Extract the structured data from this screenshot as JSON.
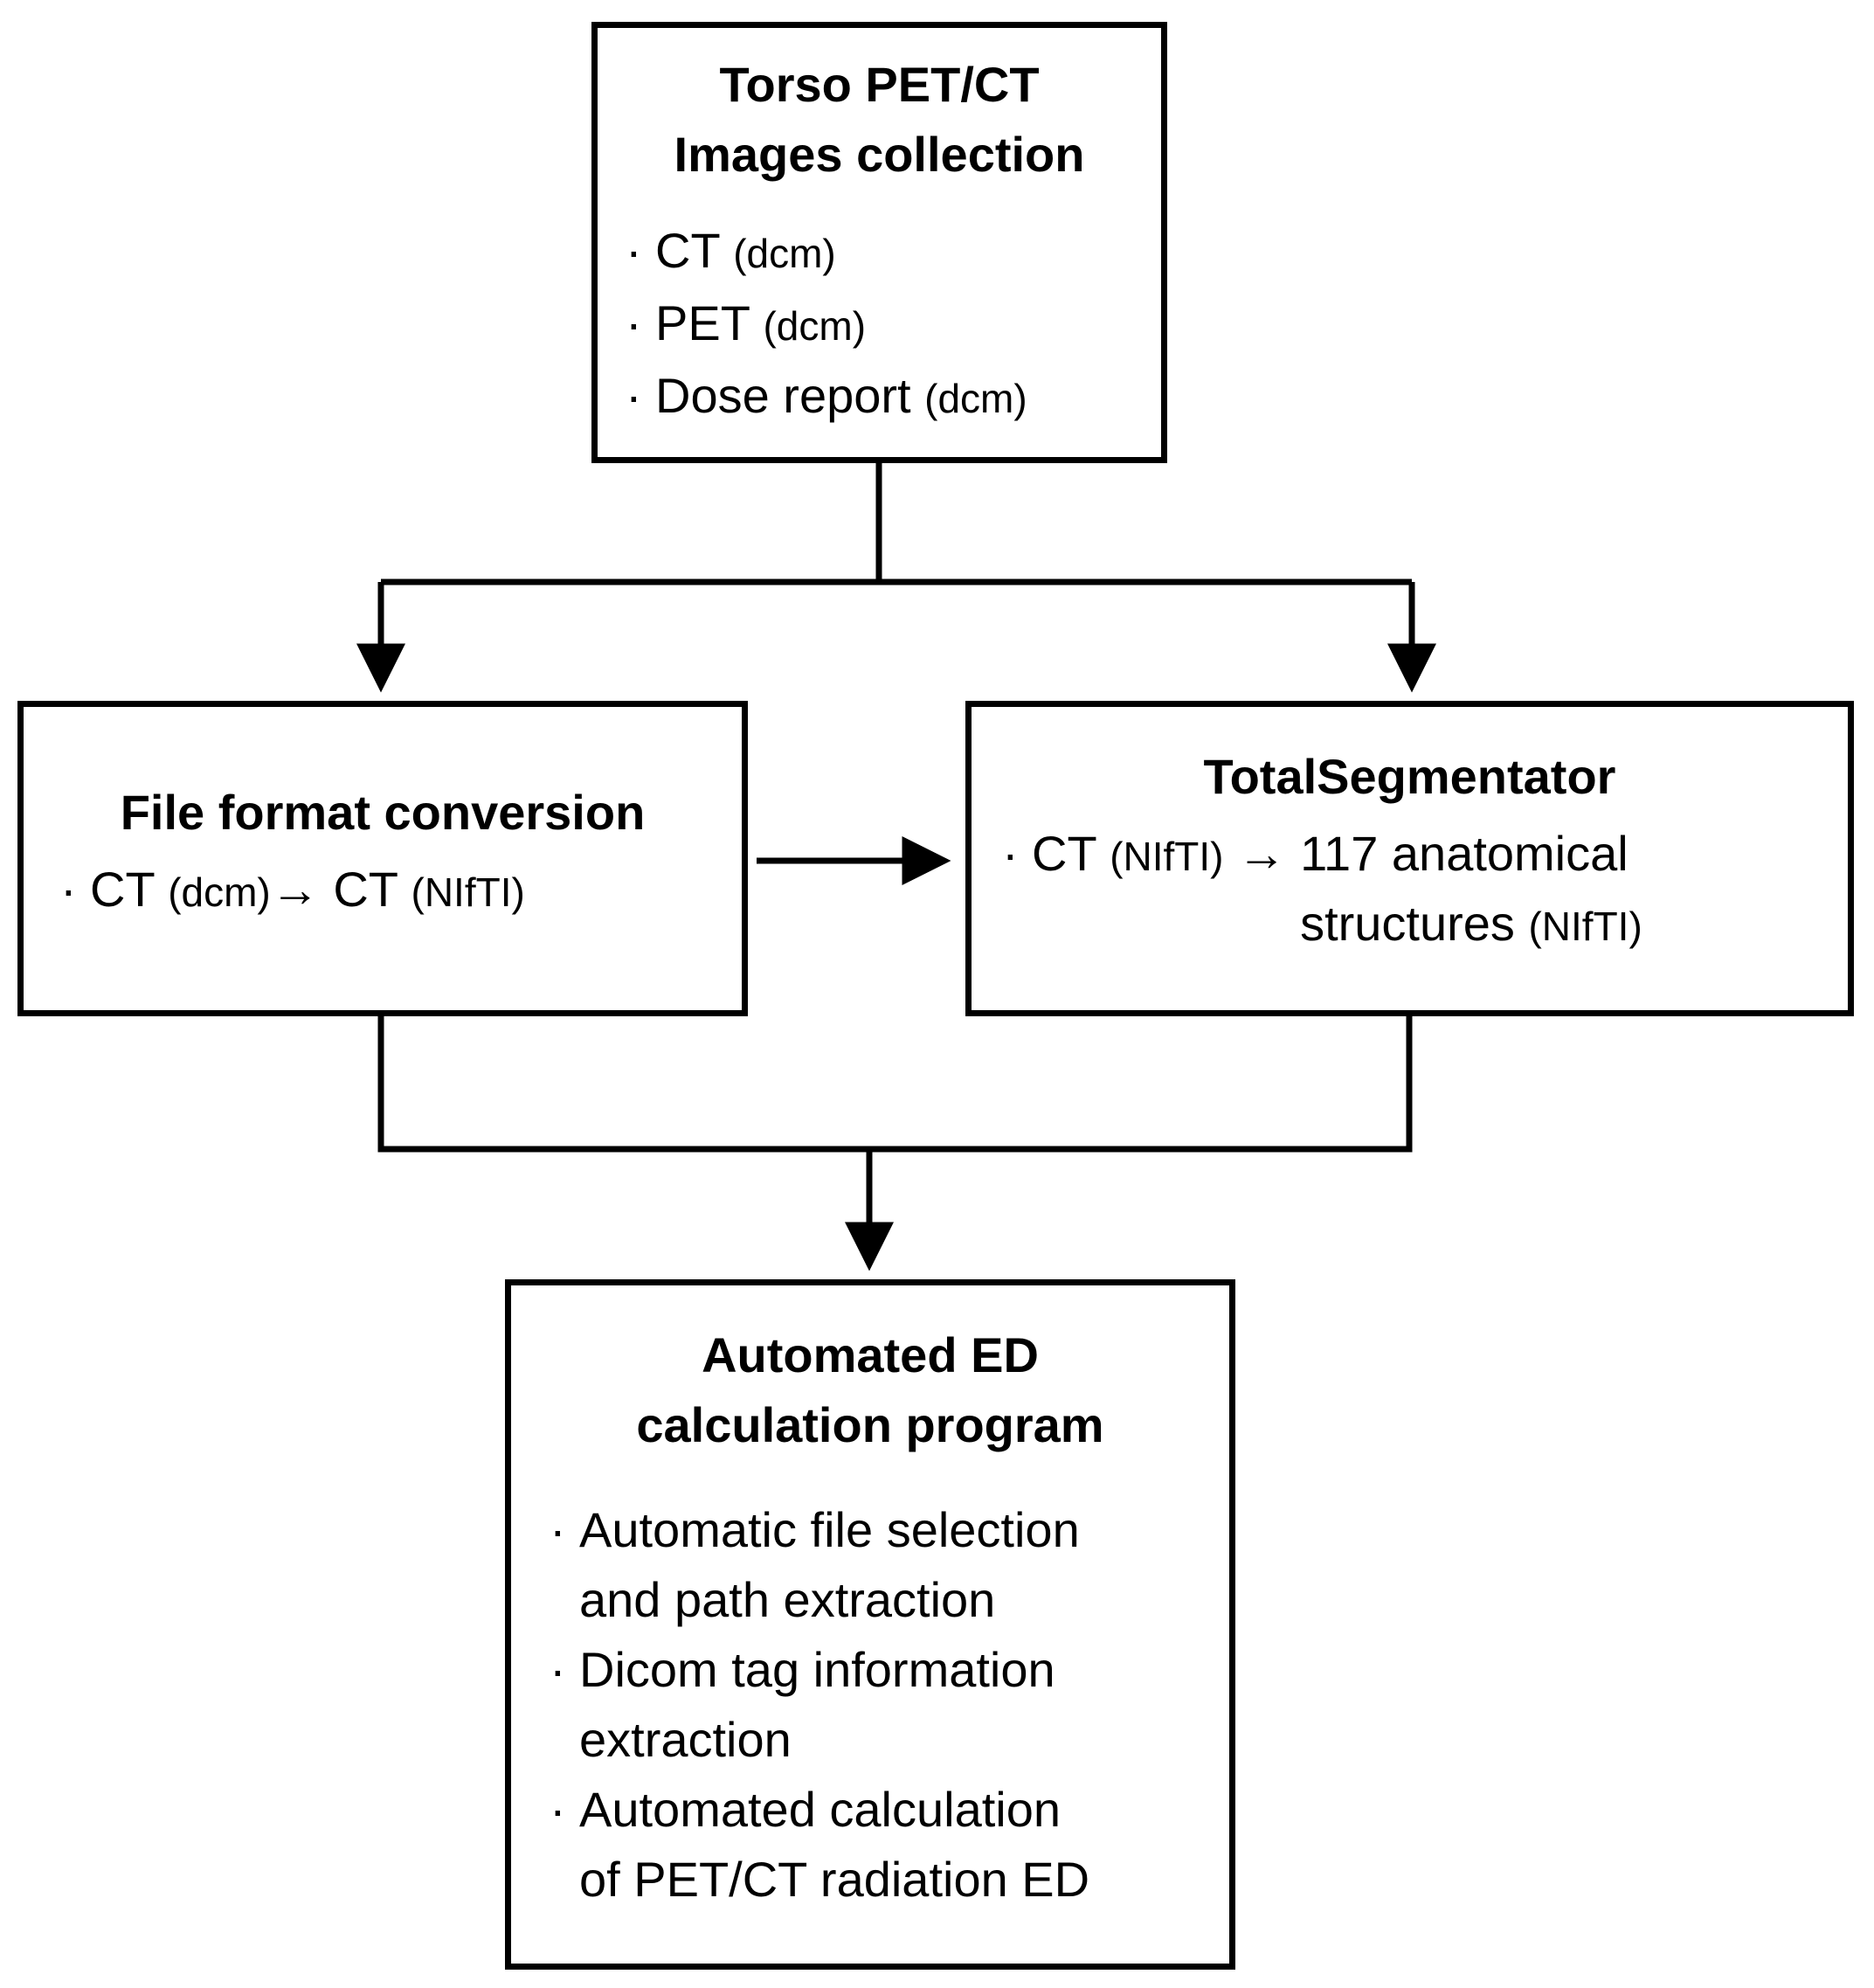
{
  "boxes": {
    "collection": {
      "title_line1": "Torso PET/CT",
      "title_line2": "Images collection",
      "items": [
        {
          "bullet": "·",
          "text": "CT",
          "note": "(dcm)"
        },
        {
          "bullet": "·",
          "text": "PET",
          "note": "(dcm)"
        },
        {
          "bullet": "·",
          "text": "Dose report",
          "note": "(dcm)"
        }
      ]
    },
    "conversion": {
      "title": "File format conversion",
      "item": {
        "bullet": "·",
        "from_text": "CT",
        "from_note": "(dcm)",
        "arrow": "→",
        "to_text": "CT",
        "to_note": "(NIfTI)"
      }
    },
    "segmentator": {
      "title": "TotalSegmentator",
      "item": {
        "bullet": "·",
        "from_text": "CT",
        "from_note": "(NIfTI)",
        "arrow": "→",
        "to_text_line1": "117 anatomical",
        "to_text_line2": "structures",
        "to_note": "(NIfTI)"
      }
    },
    "program": {
      "title_line1": "Automated ED",
      "title_line2": "calculation program",
      "items": [
        {
          "bullet": "·",
          "line1": "Automatic file selection",
          "line2": "and path extraction"
        },
        {
          "bullet": "·",
          "line1": "Dicom tag information",
          "line2": "extraction"
        },
        {
          "bullet": "·",
          "line1": "Automated calculation",
          "line2": "of PET/CT radiation ED"
        }
      ]
    }
  }
}
